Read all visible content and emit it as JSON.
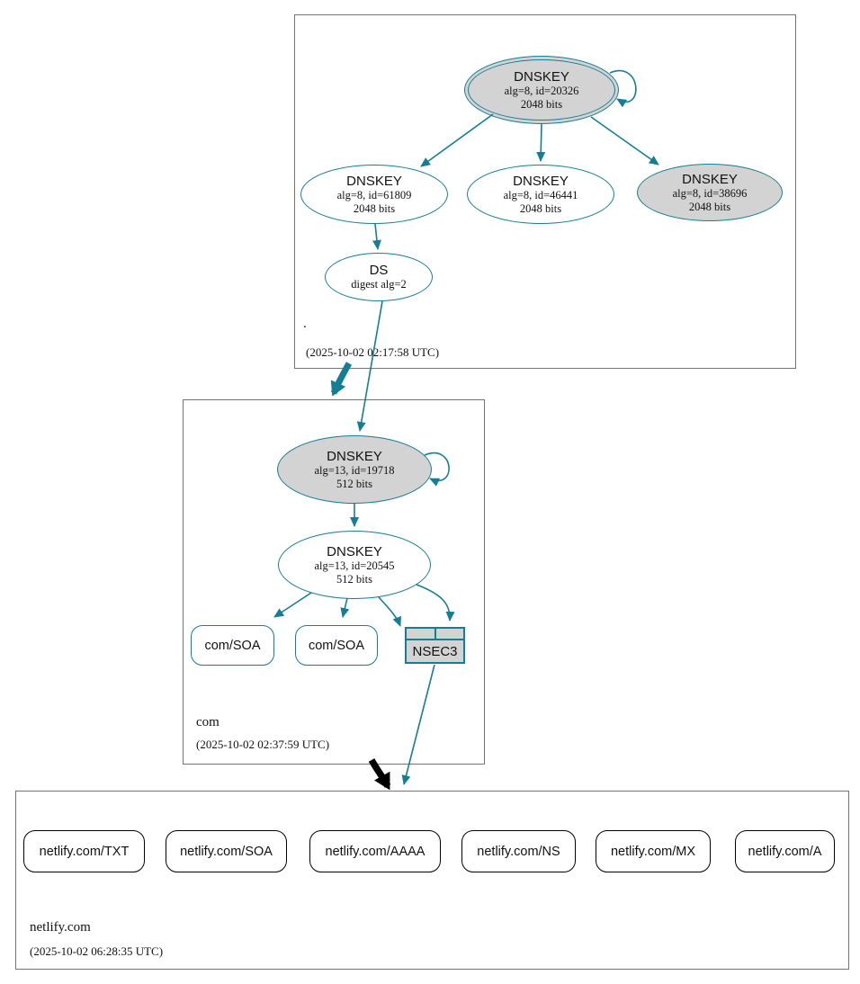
{
  "colors": {
    "edge_teal": "#147e95",
    "node_gray_fill": "#d3d3d3",
    "box_border": "#737373",
    "black_edge": "#000000"
  },
  "root": {
    "label": ".",
    "timestamp": "(2025-10-02 02:17:58 UTC)",
    "ksk": {
      "type": "DNSKEY",
      "detail": "alg=8, id=20326",
      "bits": "2048 bits"
    },
    "keys": [
      {
        "type": "DNSKEY",
        "detail": "alg=8, id=61809",
        "bits": "2048 bits"
      },
      {
        "type": "DNSKEY",
        "detail": "alg=8, id=46441",
        "bits": "2048 bits"
      },
      {
        "type": "DNSKEY",
        "detail": "alg=8, id=38696",
        "bits": "2048 bits"
      }
    ],
    "ds": {
      "type": "DS",
      "detail": "digest alg=2"
    }
  },
  "com": {
    "label": "com",
    "timestamp": "(2025-10-02 02:37:59 UTC)",
    "ksk": {
      "type": "DNSKEY",
      "detail": "alg=13, id=19718",
      "bits": "512 bits"
    },
    "zsk": {
      "type": "DNSKEY",
      "detail": "alg=13, id=20545",
      "bits": "512 bits"
    },
    "rrsets": [
      "com/SOA",
      "com/SOA"
    ],
    "nsec3_label": "NSEC3"
  },
  "netlify": {
    "label": "netlify.com",
    "timestamp": "(2025-10-02 06:28:35 UTC)",
    "rrsets": [
      "netlify.com/TXT",
      "netlify.com/SOA",
      "netlify.com/AAAA",
      "netlify.com/NS",
      "netlify.com/MX",
      "netlify.com/A"
    ]
  }
}
